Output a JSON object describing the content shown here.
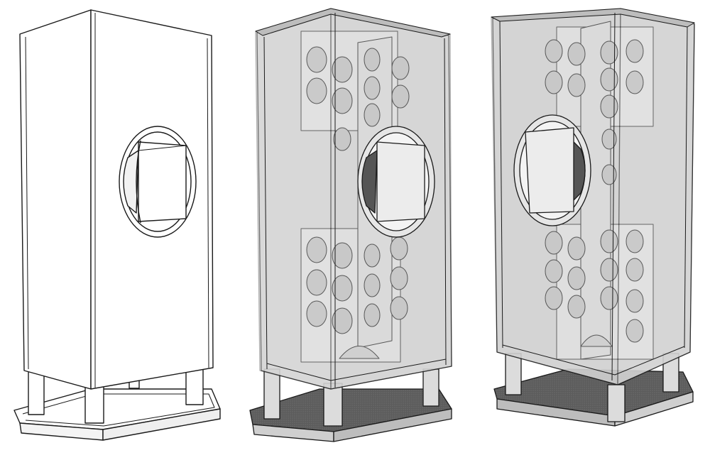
{
  "figure": {
    "views": [
      {
        "id": "exterior",
        "style": "solid-outline",
        "description_visible": false
      },
      {
        "id": "xray-front",
        "style": "transparent-shaded",
        "description_visible": false
      },
      {
        "id": "xray-rotated",
        "style": "transparent-shaded",
        "description_visible": false
      }
    ],
    "colors": {
      "outline": "#1a1a1a",
      "cabinet_face": "#ffffff",
      "glass": "#d8d8d8",
      "glass_dark": "#b9b9b9",
      "brace": "#ececec",
      "plinth_dark": "#6a6a6a",
      "background": "#ffffff"
    }
  }
}
